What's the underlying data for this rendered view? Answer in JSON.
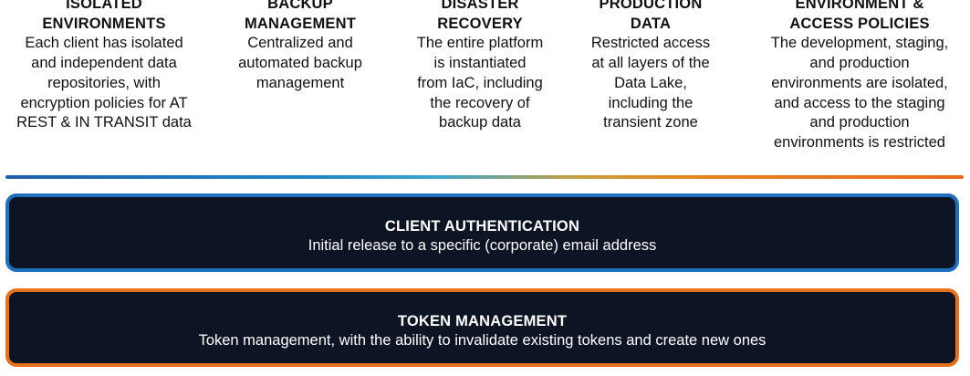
{
  "columns": [
    {
      "title_lines": [
        "ISOLATED",
        "ENVIRONMENTS"
      ],
      "desc_lines": [
        "Each client has isolated",
        "and independent data",
        "repositories, with",
        "encryption policies for AT",
        "REST & IN TRANSIT data"
      ]
    },
    {
      "title_lines": [
        "BACKUP",
        "MANAGEMENT"
      ],
      "desc_lines": [
        "Centralized and",
        "automated backup",
        "management"
      ]
    },
    {
      "title_lines": [
        "DISASTER",
        "RECOVERY"
      ],
      "desc_lines": [
        "The entire platform",
        "is instantiated",
        "from IaC, including",
        "the recovery of",
        "backup data"
      ]
    },
    {
      "title_lines": [
        "PRODUCTION",
        "DATA"
      ],
      "desc_lines": [
        "Restricted access",
        "at all layers of the",
        "Data Lake,",
        "including the",
        "transient zone"
      ]
    },
    {
      "title_lines": [
        "ENVIRONMENT &",
        "ACCESS POLICIES"
      ],
      "desc_lines": [
        "The development, staging,",
        "and production",
        "environments are isolated,",
        "and access to the staging",
        "and production",
        "environments is restricted"
      ]
    }
  ],
  "colors": {
    "band_background": "#0d1424",
    "auth_border": "#1f6fbf",
    "token_border": "#e8711c"
  },
  "bands": {
    "auth": {
      "title": "CLIENT AUTHENTICATION",
      "description": "Initial release to a specific (corporate) email address"
    },
    "token": {
      "title": "TOKEN MANAGEMENT",
      "description": "Token management, with the ability to invalidate existing tokens and create new ones"
    }
  }
}
